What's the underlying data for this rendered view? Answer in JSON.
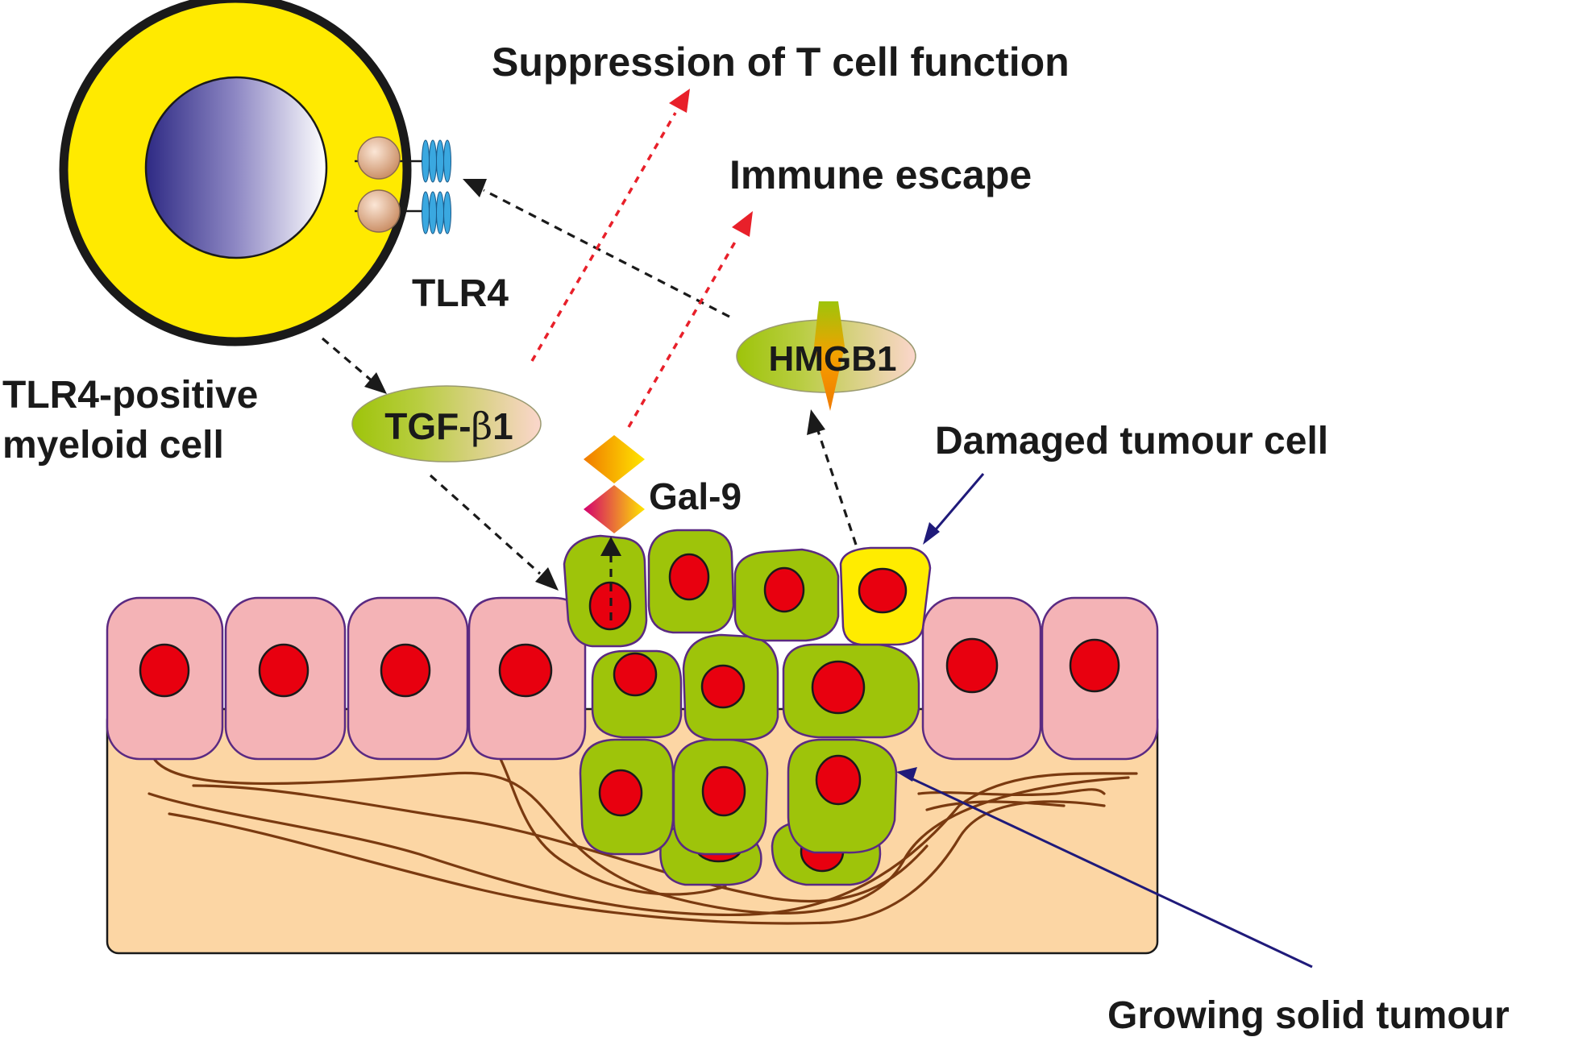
{
  "labels": {
    "suppression": "Suppression of T cell function",
    "immune_escape": "Immune escape",
    "tlr4": "TLR4",
    "myeloid_line1": "TLR4-positive",
    "myeloid_line2": "myeloid cell",
    "tgf_prefix": "TGF-",
    "tgf_beta": "β",
    "tgf_suffix": "1",
    "hmgb1": "HMGB1",
    "gal9": "Gal-9",
    "damaged_cell": "Damaged tumour cell",
    "growing_tumour": "Growing solid tumour"
  },
  "colors": {
    "myeloid_cytoplasm": "#ffea00",
    "nucleus_dark": "#2e2a84",
    "normal_cell": "#f4b3b6",
    "tumour_cell": "#9ec40a",
    "damaged_cell": "#ffec00",
    "cell_nucleus": "#e8000f",
    "tissue": "#fcd6a4",
    "fibres": "#7a3a10",
    "arrow_red": "#e8202a",
    "pointer_blue": "#1f1a7a",
    "tlr4_blue": "#3aa8e0"
  }
}
